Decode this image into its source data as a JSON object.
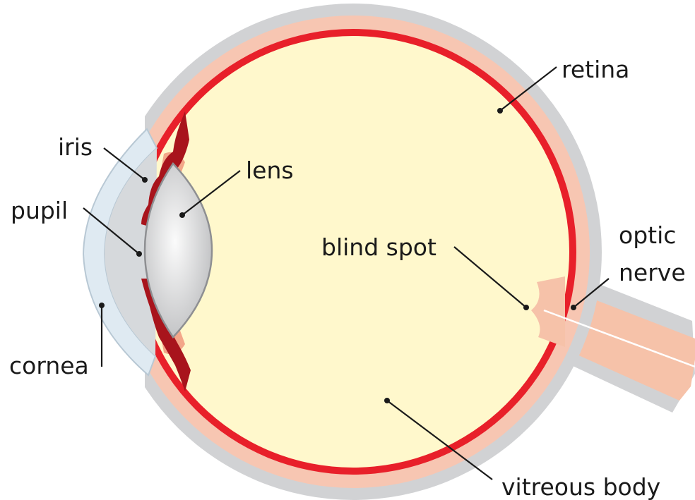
{
  "labels": {
    "retina": "retina",
    "iris": "iris",
    "lens": "lens",
    "pupil": "pupil",
    "blind_spot": "blind spot",
    "optic": "optic",
    "nerve": "nerve",
    "cornea": "cornea",
    "vitreous_body": "vitreous body"
  },
  "colors": {
    "sclera": "#d1d2d4",
    "choroid": "#f7c6b2",
    "retina": "#e8202a",
    "vitreous": "#fff8cc",
    "iris": "#a8141c",
    "cornea": "#dfeaf2",
    "lens": "#d8d9db",
    "optic_nerve": "#f6c2a9",
    "ciliary": "#f3a689"
  }
}
